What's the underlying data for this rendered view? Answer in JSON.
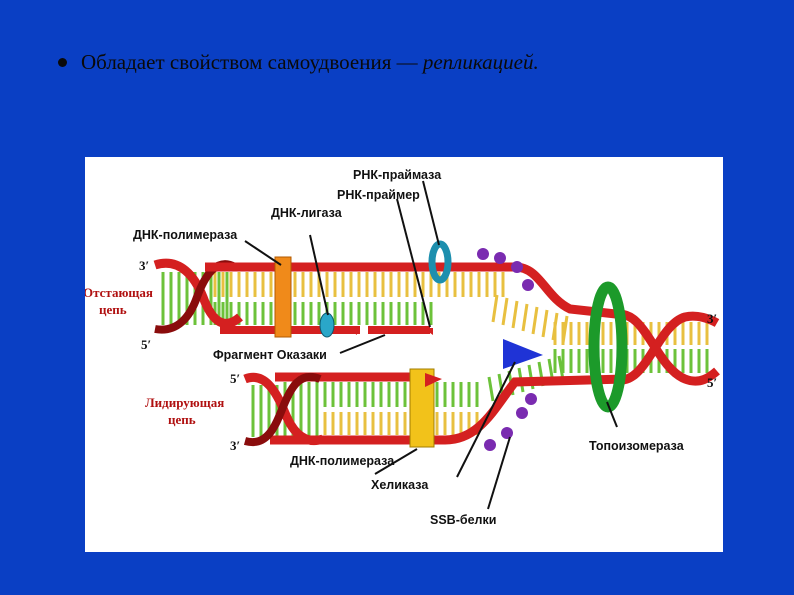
{
  "slide": {
    "text_plain": "Обладает свойством самоудвоения — ",
    "text_italic": "репликацией."
  },
  "diagram": {
    "labels": {
      "rna_primase": "РНК-праймаза",
      "rna_primer": "РНК-праймер",
      "dna_ligase": "ДНК-лигаза",
      "dna_polymerase_top": "ДНК-полимераза",
      "lagging_strand_1": "Отстающая",
      "lagging_strand_2": "цепь",
      "okazaki_fragment": "Фрагмент Оказаки",
      "leading_strand_1": "Лидирующая",
      "leading_strand_2": "цепь",
      "dna_polymerase_bottom": "ДНК-полимераза",
      "helicase": "Хеликаза",
      "ssb_proteins": "SSB-белки",
      "topoisomerase": "Топоизомераза"
    },
    "ends": {
      "top_left_3": "3′",
      "top_left_5": "5′",
      "bottom_left_5": "5′",
      "bottom_left_3": "3′",
      "right_3": "3′",
      "right_5": "5′"
    },
    "colors": {
      "strand": "#d42020",
      "strand_dark": "#8a0c0c",
      "base_green": "#6cc23a",
      "base_yellow": "#e8c040",
      "polymerase": "#f08a1a",
      "polymerase_bottom": "#f2c21a",
      "ligase": "#2aa7c9",
      "primase": "#1d8fae",
      "helicase": "#1f33d6",
      "ssb": "#7a2bb0",
      "topoisomerase": "#1c9a2a"
    }
  }
}
